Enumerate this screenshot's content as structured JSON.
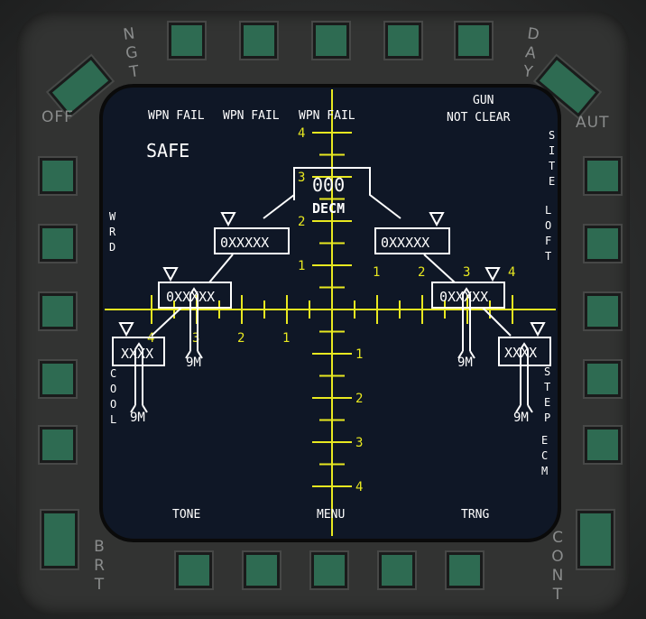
{
  "bezel": {
    "top_left_rocker_label": "NGT",
    "top_right_rocker_label": "DAY",
    "left_upper_label": "OFF",
    "right_upper_label": "AUT",
    "bottom_left_label": "BRT",
    "bottom_right_label": "CONT"
  },
  "screen": {
    "gun_label": "GUN",
    "wpn_fail": [
      "WPN FAIL",
      "WPN FAIL",
      "WPN FAIL"
    ],
    "not_clear": "NOT CLEAR",
    "safe": "SAFE",
    "center_count": "000",
    "center_mode": "DECM",
    "left_side": [
      "W",
      "R",
      "D"
    ],
    "left_side2": [
      "C",
      "O",
      "O",
      "L"
    ],
    "right_side": [
      "S",
      "I",
      "T",
      "E"
    ],
    "right_side2": [
      "L",
      "O",
      "F",
      "T"
    ],
    "right_side3": [
      "S",
      "T",
      "E",
      "P"
    ],
    "right_side4": [
      "E",
      "C",
      "M"
    ],
    "stations": [
      {
        "label": "XXXX",
        "load": "9M"
      },
      {
        "label": "0XXXXX",
        "load": "9M"
      },
      {
        "label": "0XXXXX"
      },
      {
        "label": "0XXXXX"
      },
      {
        "label": "0XXXXX",
        "load": "9M"
      },
      {
        "label": "XXXX",
        "load": "9M"
      }
    ],
    "bottom_labels": [
      "TONE",
      "MENU",
      "TRNG"
    ],
    "vscale_labels_up": [
      "1",
      "2",
      "3",
      "4"
    ],
    "vscale_labels_down": [
      "1",
      "2",
      "3",
      "4"
    ],
    "hscale_labels_left": [
      "1",
      "2",
      "3",
      "4"
    ],
    "hscale_labels_right": [
      "1",
      "2",
      "3",
      "4"
    ],
    "symbol_color": "#ffffff",
    "scale_color": "#e8e820"
  }
}
